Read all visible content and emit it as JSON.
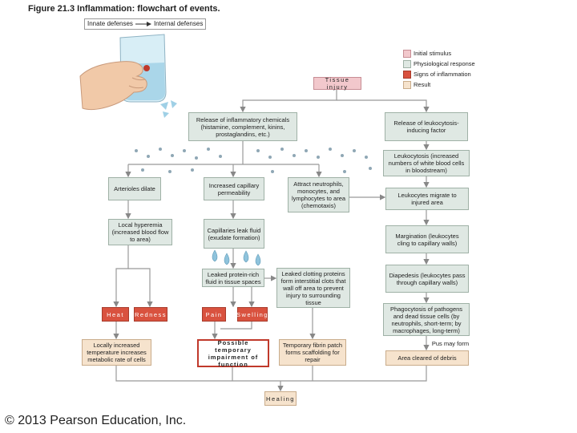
{
  "figure": {
    "title": "Figure 21.3 Inflammation: flowchart of events.",
    "breadcrumb": {
      "item1": "Innate defenses",
      "item2": "Internal defenses"
    },
    "copyright": "© 2013 Pearson Education, Inc."
  },
  "legend": {
    "initial_stimulus": "Initial stimulus",
    "physiological_response": "Physiological response",
    "signs_of_inflammation": "Signs of inflammation",
    "result": "Result"
  },
  "colors": {
    "initial_stimulus": "#f2c8cc",
    "physiological_response": "#dfe8e3",
    "signs_of_inflammation": "#d9523f",
    "result": "#f6e3cd"
  },
  "nodes": {
    "tissue_injury": "Tissue injury",
    "release_chemicals": "Release of inflammatory chemicals (histamine, complement, kinins, prostaglandins, etc.)",
    "release_leukocytosis_factor": "Release of leukocytosis-inducing factor",
    "leukocytosis": "Leukocytosis (increased numbers of white blood cells in bloodstream)",
    "arterioles_dilate": "Arterioles dilate",
    "increased_permeability": "Increased capillary permeability",
    "attract_neutrophils": "Attract neutrophils, monocytes, and lymphocytes to area (chemotaxis)",
    "leukocytes_migrate": "Leukocytes migrate to injured area",
    "local_hyperemia": "Local hyperemia (increased blood flow to area)",
    "capillaries_leak": "Capillaries leak fluid (exudate formation)",
    "margination": "Margination (leukocytes cling to capillary walls)",
    "leaked_protein": "Leaked protein-rich fluid in tissue spaces",
    "leaked_clotting": "Leaked clotting proteins form interstitial clots that wall off area to prevent injury to surrounding tissue",
    "diapedesis": "Diapedesis (leukocytes pass through capillary walls)",
    "phagocytosis": "Phagocytosis of pathogens and dead tissue cells (by neutrophils, short-term; by macrophages, long-term)",
    "pus_may_form": "Pus may form",
    "heat": "Heat",
    "redness": "Redness",
    "pain": "Pain",
    "swelling": "Swelling",
    "locally_increased_temp": "Locally increased temperature increases metabolic rate of cells",
    "possible_impairment": "Possible temporary impairment of function",
    "temporary_fibrin": "Temporary fibrin patch forms scaffolding for repair",
    "area_cleared": "Area cleared of debris",
    "healing": "Healing"
  }
}
